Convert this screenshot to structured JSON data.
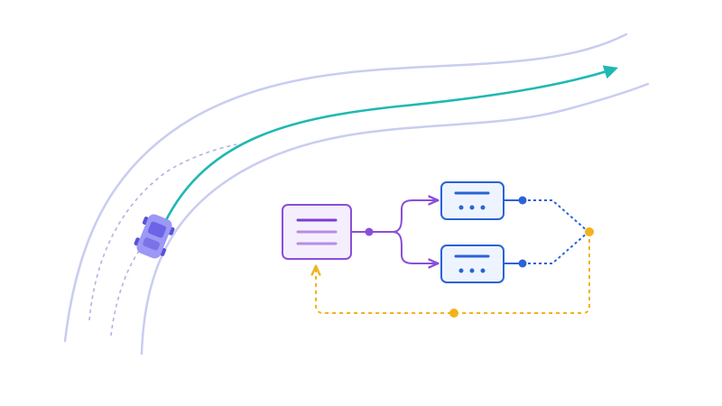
{
  "colors": {
    "background": "#ffffff",
    "road_edge": "#c9cdf0",
    "lane_dash": "#b4b1e4",
    "trajectory": "#1fb8b3",
    "vehicle_body": "#9c98f5",
    "vehicle_roof": "#6d63e6",
    "vehicle_wheel": "#5a52d6",
    "planner": "#8b4ed8",
    "planner_fill": "#f5effd",
    "planner_line_strong": "#7b3fd0",
    "planner_line_soft": "#b88ce8",
    "module": "#2a63d6",
    "module_fill": "#eef4ff",
    "feedback": "#f2b21b"
  },
  "icons": {
    "vehicle": "car-top-view-icon",
    "planner": "text-lines-icon",
    "module_dots": "ellipsis-icon",
    "trajectory_head": "arrowhead-icon"
  },
  "diagram": {
    "nodes": [
      {
        "id": "planner",
        "kind": "text-block",
        "lines": 3
      },
      {
        "id": "module-top",
        "kind": "ellipsis-block"
      },
      {
        "id": "module-bottom",
        "kind": "ellipsis-block"
      },
      {
        "id": "merge",
        "kind": "junction"
      }
    ],
    "edges": [
      {
        "from": "planner",
        "to": "module-top",
        "style": "solid"
      },
      {
        "from": "planner",
        "to": "module-bottom",
        "style": "solid"
      },
      {
        "from": "module-top",
        "to": "merge",
        "style": "dotted"
      },
      {
        "from": "module-bottom",
        "to": "merge",
        "style": "dotted"
      },
      {
        "from": "merge",
        "to": "planner",
        "style": "dashed",
        "role": "feedback"
      }
    ]
  }
}
